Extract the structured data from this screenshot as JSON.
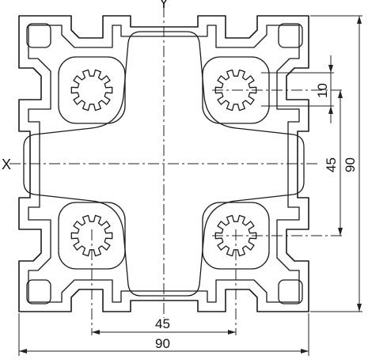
{
  "drawing": {
    "axis_x_label": "X",
    "axis_y_label": "Y",
    "dimensions": {
      "inner_horizontal": "45",
      "outer_horizontal": "90",
      "inner_vertical": "45",
      "outer_vertical": "90",
      "slot_width": "10"
    },
    "line_color": "#1a1a1a"
  }
}
